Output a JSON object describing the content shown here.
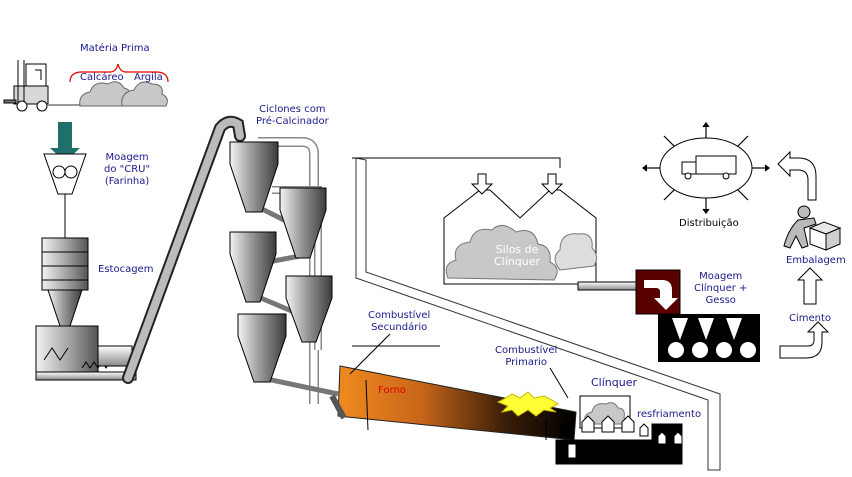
{
  "labels": {
    "materia_prima": "Matéria Prima",
    "calcareo": "Calcáreo",
    "argila": "Argila",
    "moagem_cru": [
      "Moagem",
      "do \"CRU\"",
      "(Farinha)"
    ],
    "estocagem": "Estocagem",
    "ciclones": [
      "Ciclones com",
      "Pré-Calcinador"
    ],
    "silos": [
      "Silos de",
      "Clínquer"
    ],
    "distribuicao": "Distribuição",
    "moagem_clinquer": [
      "Moagem",
      "Clínquer +",
      "Gesso"
    ],
    "embalagem": "Embalagem",
    "cimento": "Cimento",
    "combustivel_secundario": [
      "Combustível",
      "Secundário"
    ],
    "combustivel_primario": [
      "Combustível",
      "Primario"
    ],
    "forno": "Forno",
    "clinquer": "Clínquer",
    "resfriamento": "resfriamento"
  },
  "colors": {
    "label_blue": "#1a1a8c",
    "arrow_teal": "#1f6f6a",
    "kiln_orange": "#f08a1e",
    "flame_yellow": "#ffff33",
    "forno_red": "#e00000",
    "grinder_dark_red": "#5a0000"
  }
}
